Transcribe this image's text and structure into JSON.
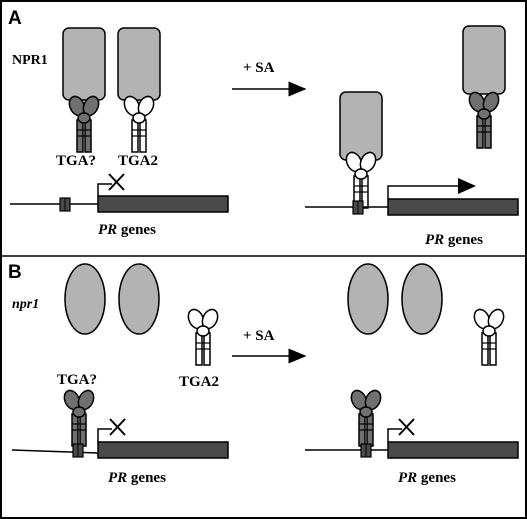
{
  "panel_a": {
    "letter": "A",
    "label_npr1": "NPR1",
    "label_tga_unknown": "TGA?",
    "label_tga2": "TGA2",
    "arrow_label": "+ SA",
    "gene_label_italic": "PR",
    "gene_label_rest": " genes"
  },
  "panel_b": {
    "letter": "B",
    "label_npr1_mutant": "npr1",
    "label_tga_unknown": "TGA?",
    "label_tga2": "TGA2",
    "arrow_label": "+ SA",
    "gene_label_italic": "PR",
    "gene_label_rest": " genes"
  },
  "colors": {
    "npr1_fill": "#b3b3b3",
    "tga_unknown_fill": "#707070",
    "tga2_fill": "#ffffff",
    "gene_box_fill": "#4a4a4a",
    "stroke": "#000000"
  }
}
